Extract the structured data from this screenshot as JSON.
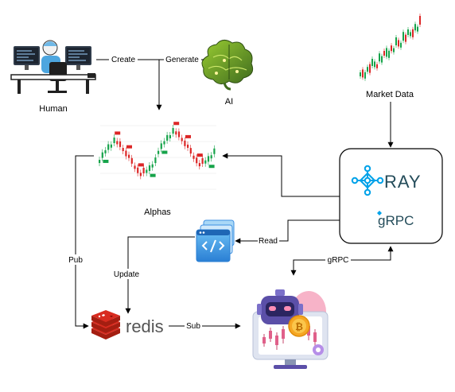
{
  "nodes": {
    "human": {
      "label": "Human"
    },
    "ai": {
      "label": "AI"
    },
    "market_data": {
      "label": "Market Data"
    },
    "alphas": {
      "label": "Alphas"
    },
    "ray_box": {
      "ray_label": "RAY",
      "grpc_label": "gRPC"
    },
    "redis": {
      "label": "redis"
    },
    "code_file": {
      "icon": "code-file-icon"
    },
    "trading_bot": {
      "icon": "trading-bot-icon"
    }
  },
  "edges": {
    "create": "Create",
    "generate": "Generate",
    "read": "Read",
    "grpc": "gRPC",
    "pub": "Pub",
    "update": "Update",
    "sub": "Sub"
  },
  "colors": {
    "redis_red": "#d82c20",
    "ray_blue": "#00a2e9",
    "grpc_teal": "#244c5a",
    "candle_green": "#16a34a",
    "candle_red": "#dc2626",
    "file_blue": "#3d8fe0"
  }
}
